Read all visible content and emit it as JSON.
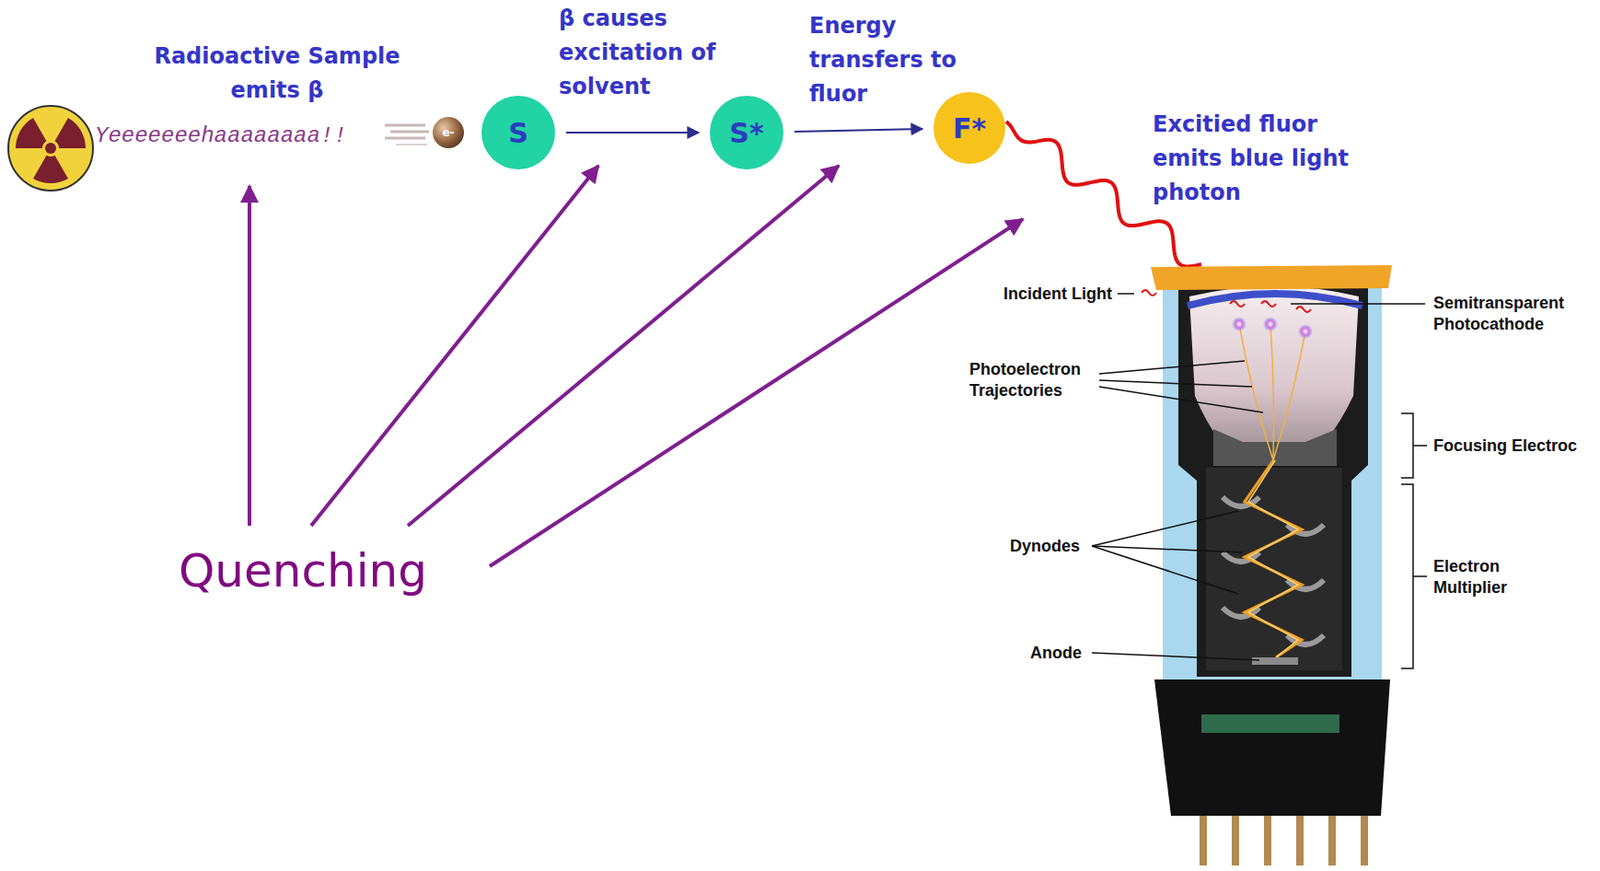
{
  "diagram": {
    "nodes": [
      {
        "text": [
          "S"
        ]
      },
      {
        "text": [
          "S*"
        ]
      },
      {
        "text": [
          "F*"
        ]
      }
    ],
    "edges": [
      {
        "from": 0,
        "to": 1,
        "arrow": "to"
      },
      {
        "from": 1,
        "to": 2,
        "arrow": "to"
      }
    ],
    "labels": [
      "Radioactive Sample emits β",
      "Yeeeeeeehaaaaaaaa!!",
      "e-",
      "β causes excitation of solvent",
      "Energy transfers to fluor",
      "Excitied fluor emits blue light photon",
      "Quenching",
      "Incident Light",
      "Semitransparent Photocathode",
      "Photoelectron Trajectories",
      "Focusing Electroc",
      "Dynodes",
      "Electron Multiplier",
      "Anode"
    ]
  }
}
